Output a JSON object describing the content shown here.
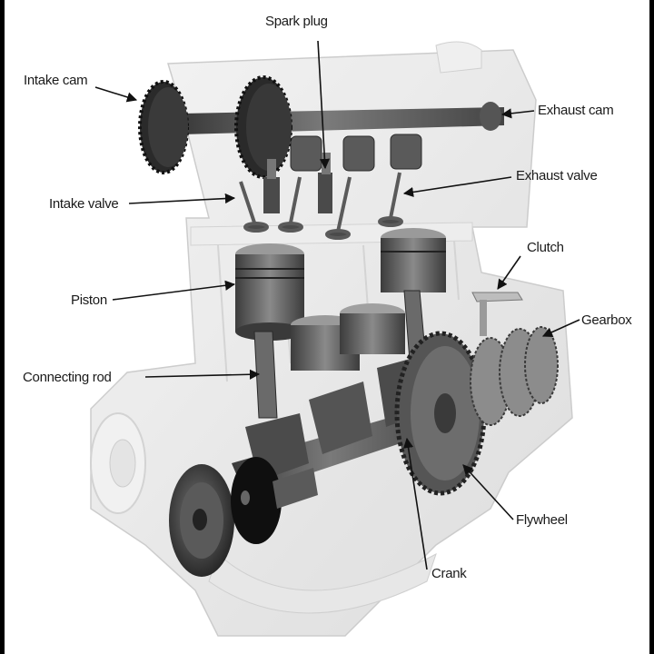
{
  "diagram": {
    "labels": {
      "spark_plug": "Spark plug",
      "intake_cam": "Intake cam",
      "exhaust_cam": "Exhaust cam",
      "intake_valve": "Intake valve",
      "exhaust_valve": "Exhaust valve",
      "clutch": "Clutch",
      "gearbox": "Gearbox",
      "piston": "Piston",
      "connecting_rod": "Connecting rod",
      "flywheel": "Flywheel",
      "crank": "Crank"
    }
  }
}
